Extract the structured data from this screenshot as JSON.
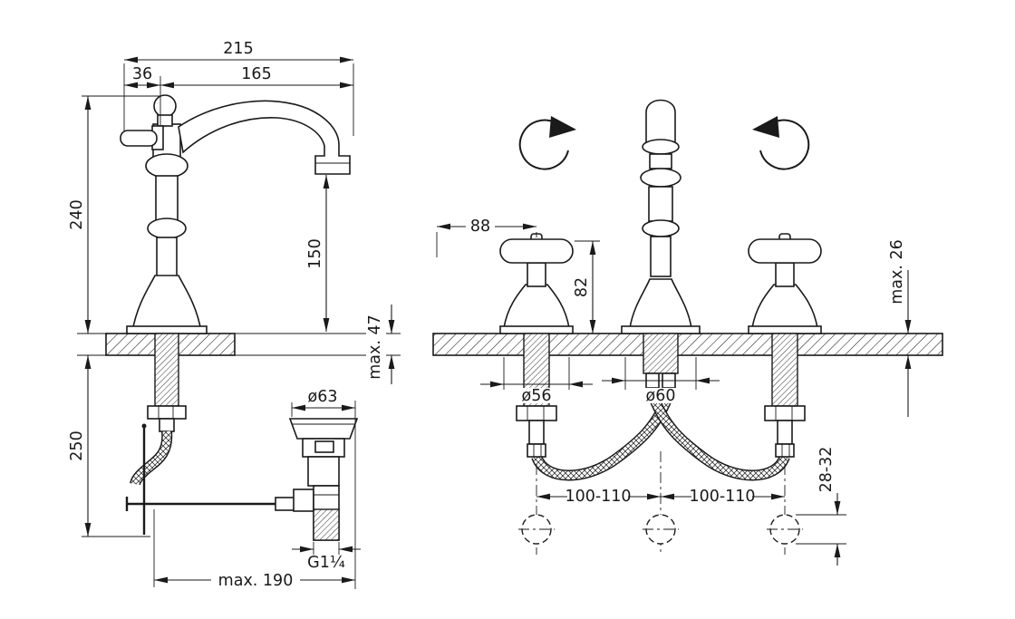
{
  "meta": {
    "background": "#ffffff",
    "line_color": "#1a1a1a"
  },
  "side_view": {
    "dim_total_width": "215",
    "dim_handle_offset": "36",
    "dim_spout_reach": "165",
    "dim_height_above_deck": "240",
    "dim_spout_outlet_height": "150",
    "dim_deck_thickness_max": "max. 47",
    "dim_depth_below_deck": "250",
    "dim_waste_flange_diameter": "ø63",
    "dim_waste_thread": "G1¼",
    "dim_rod_reach_max": "max. 190"
  },
  "front_view": {
    "dim_handle_length": "88",
    "dim_handle_height": "82",
    "dim_deck_thickness_max": "max. 26",
    "dim_side_escutcheon_diameter": "ø56",
    "dim_center_escutcheon_diameter": "ø60",
    "dim_hole_spacing_left": "100-110",
    "dim_hole_spacing_right": "100-110",
    "dim_mounting_hole_diameter": "28-32"
  },
  "icons": {
    "rotate_clockwise": "rotate-cw-icon",
    "rotate_counterclockwise": "rotate-ccw-icon"
  }
}
